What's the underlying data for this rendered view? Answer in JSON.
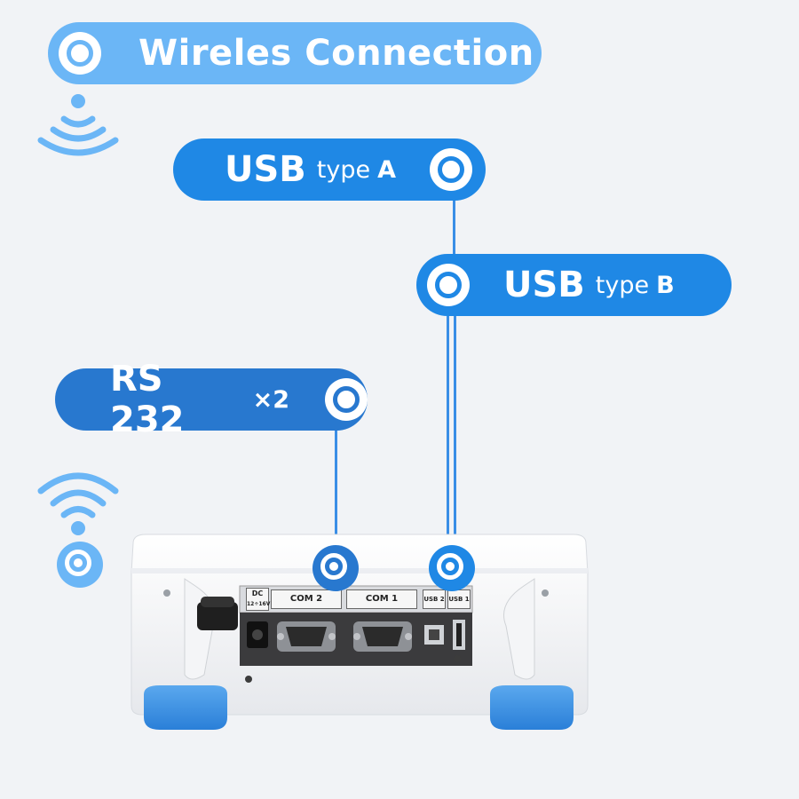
{
  "labels": {
    "wireless": "Wireles Connection",
    "usb_a_main": "USB",
    "usb_a_sub": "type",
    "usb_a_letter": "A",
    "usb_b_main": "USB",
    "usb_b_sub": "type",
    "usb_b_letter": "B",
    "rs232_main": "RS 232",
    "rs232_mult": "×2"
  },
  "panel": {
    "dc": "DC",
    "dc_voltage": "12÷16V",
    "com2": "COM 2",
    "com1": "COM 1",
    "usb2": "USB 2",
    "usb1": "USB 1"
  },
  "colors": {
    "wireless_pill": "#6bb6f6",
    "usb_pill": "#1f88e5",
    "rs_pill": "#2878cf",
    "feet": "#3a8fe0",
    "background": "#f1f3f6"
  },
  "icons": {
    "wireless_top": "wifi-waves-up-icon",
    "wireless_left": "wifi-waves-down-icon",
    "target": "target-ring-icon"
  }
}
